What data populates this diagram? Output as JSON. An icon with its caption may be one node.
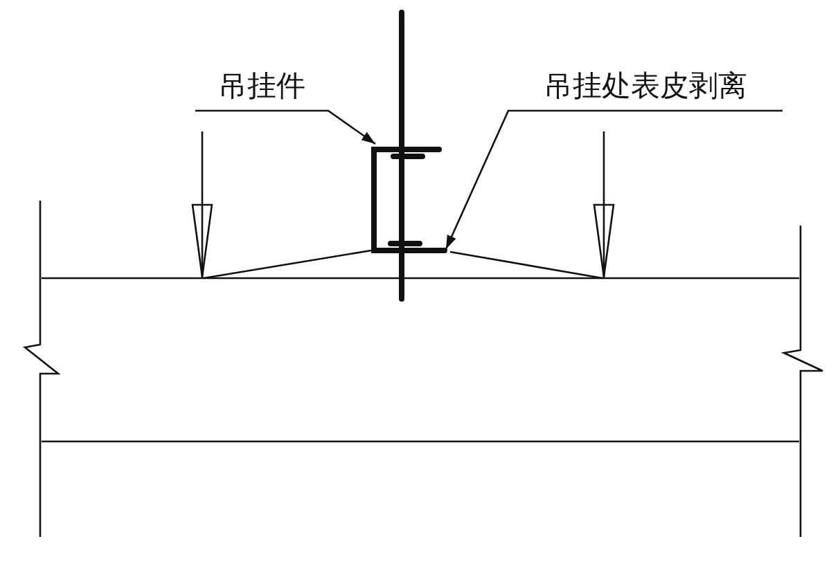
{
  "diagram": {
    "nodes": [
      {
        "text": [
          "吊挂件"
        ]
      },
      {
        "text": [],
        "shape": "picture"
      },
      {
        "text": [
          "吊挂处表皮剥离"
        ]
      },
      {
        "text": [],
        "shape": "picture"
      }
    ],
    "edges": [
      {
        "from": 0,
        "to": 1,
        "arrow": "to"
      },
      {
        "from": 2,
        "to": 3,
        "arrow": "to"
      }
    ]
  }
}
